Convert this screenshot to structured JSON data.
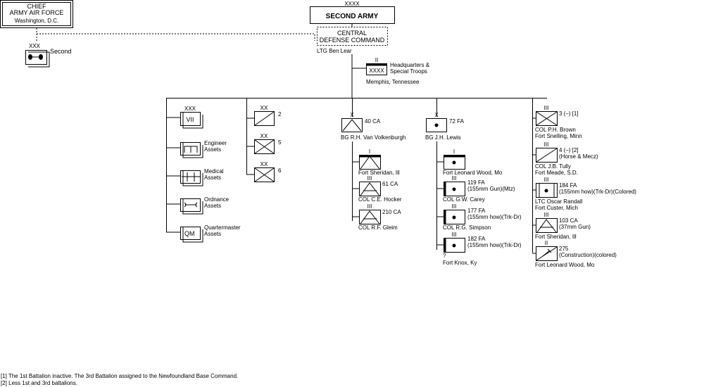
{
  "chief": {
    "title1": "CHIEF",
    "title2": "ARMY AIR FORCE",
    "location": "Washington, D.C."
  },
  "air_force": {
    "echelon": "XXX",
    "label": "Second"
  },
  "army": {
    "echelon": "XXXX",
    "title": "SECOND ARMY",
    "cdc1": "CENTRAL",
    "cdc2": "DEFENSE COMMAND",
    "commander": "LTG Ben Lear"
  },
  "hq": {
    "echelon": "II",
    "code": "XXXX",
    "label1": "Headquarters &",
    "label2": "Special Troops",
    "location": "Memphis, Tennessee"
  },
  "corps_column": {
    "corps": {
      "echelon": "XXX",
      "label": "VII"
    },
    "assets": [
      {
        "label1": "Engineer",
        "label2": "Assets",
        "icon": "engineer-icon"
      },
      {
        "label1": "Medical",
        "label2": "Assets",
        "icon": "medical-icon"
      },
      {
        "label1": "Ordnance",
        "label2": "Assets",
        "icon": "ordnance-icon"
      },
      {
        "label1": "Quartermaster",
        "label2": "Assets",
        "icon": "quartermaster-icon",
        "code": "QM"
      }
    ]
  },
  "division_column": [
    {
      "echelon": "XX",
      "label": "2",
      "type": "cavalry"
    },
    {
      "echelon": "XX",
      "label": "5",
      "type": "infantry"
    },
    {
      "echelon": "XX",
      "label": "6",
      "type": "infantry"
    }
  ],
  "ca_column": {
    "brigade": {
      "echelon": "X",
      "label": "40 CA",
      "commander": "BG R.H. Van Volkenburgh"
    },
    "units": [
      {
        "echelon": "I",
        "label1": "",
        "label2": "",
        "sub": "Fort Sheridan, Ill",
        "type": "ca-hq"
      },
      {
        "echelon": "III",
        "label1": "61 CA",
        "label2": "",
        "sub": "COL C.E. Hocker",
        "type": "ca"
      },
      {
        "echelon": "III",
        "label1": "210 CA",
        "label2": "",
        "sub": "COL R.F. Gleim",
        "type": "ca"
      }
    ]
  },
  "fa_column": {
    "brigade": {
      "echelon": "X",
      "label": "72 FA",
      "commander": "BG J.H. Lewis"
    },
    "units": [
      {
        "echelon": "I",
        "label1": "",
        "label2": "",
        "sub": "Fort Leonard Wood, Mo",
        "type": "fa-hq"
      },
      {
        "echelon": "III",
        "label1": "119 FA",
        "label2": "(155mm Gun)(Mtz)",
        "sub": "COL G.W. Carey",
        "type": "fa-mtz"
      },
      {
        "echelon": "III",
        "label1": "177 FA",
        "label2": "(155mm how)(Trk-Dr)",
        "sub": "COL R.G. Simpson",
        "type": "fa"
      },
      {
        "echelon": "III",
        "label1": "182 FA",
        "label2": "(155mm how)(Trk-Dr)",
        "sub": "?",
        "sub2": "Fort Knox, Ky",
        "type": "fa"
      }
    ]
  },
  "right_column": [
    {
      "echelon": "III",
      "label1": "3 (–) [1]",
      "label2": "",
      "sub1": "COL P.H. Brown",
      "sub2": "Fort Snelling, Minn",
      "type": "infantry"
    },
    {
      "echelon": "III",
      "label1": "4 (–) [2]",
      "label2": "(Horse & Mecz)",
      "sub1": "COL J.B. Tully",
      "sub2": "Fort Meade, S.D.",
      "type": "cavalry"
    },
    {
      "echelon": "III",
      "label1": "184 FA",
      "label2": "(155mm how)(Trk-Dr)(Colored)",
      "sub1": "LTC Oscar Randall",
      "sub2": "Fort Custer, Mich",
      "type": "fa-colored"
    },
    {
      "echelon": "III",
      "label1": "103 CA",
      "label2": "(37mm Gun)",
      "sub1": "Fort Sheridan, Ill",
      "sub2": "",
      "type": "ca"
    },
    {
      "echelon": "II",
      "label1": "275",
      "label2": "(Construction)(colored)",
      "sub1": "Fort Leonard Wood, Mo",
      "sub2": "",
      "type": "construction"
    }
  ],
  "notes": [
    "[1] The 1st Battalion inactive. The 3rd Battalion assigned to the Newfoundland Base Command.",
    "[2] Less 1st and 3rd battalions."
  ]
}
